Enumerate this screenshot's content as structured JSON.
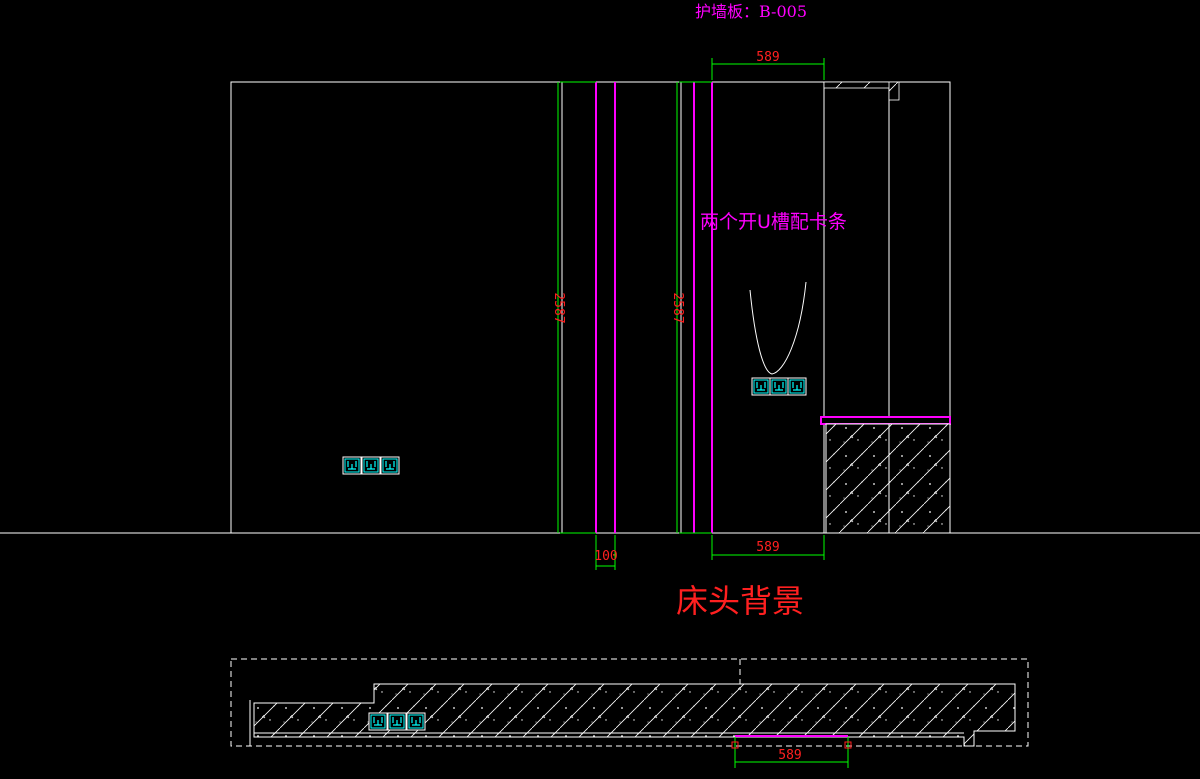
{
  "drawing": {
    "panel_title": "护墙板：B-005",
    "note": "两个开U槽配卡条",
    "elevation_title": "床头背景",
    "dimensions": {
      "top_width": "589",
      "bottom_width": "589",
      "height_left": "2587",
      "height_mid": "2587",
      "strip_width": "100",
      "plan_width": "589"
    },
    "colors": {
      "background": "#000000",
      "line_white": "#ffffff",
      "dim_green": "#00ff00",
      "dim_text_red": "#ff2020",
      "magenta": "#ff00ff",
      "socket_cyan": "#00ffff",
      "title_red": "#ff2020"
    },
    "symbols": {
      "socket": "socket-outlet-icon",
      "hatch": "concrete-hatch-pattern"
    }
  }
}
